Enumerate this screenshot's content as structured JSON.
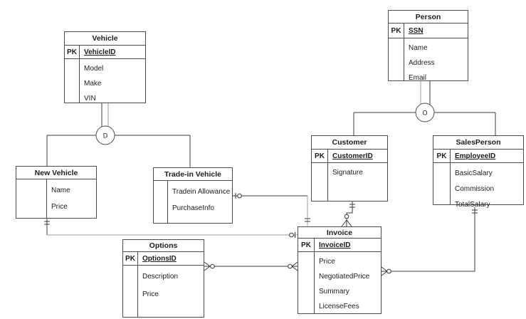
{
  "diagram_type": "entity-relationship-diagram",
  "tables": {
    "vehicle": {
      "title": "Vehicle",
      "pk_label": "PK",
      "pk": "VehicleID",
      "attrs": [
        "Model",
        "Make",
        "VIN"
      ]
    },
    "person": {
      "title": "Person",
      "pk_label": "PK",
      "pk": "SSN",
      "attrs": [
        "Name",
        "Address",
        "Email"
      ]
    },
    "customer": {
      "title": "Customer",
      "pk_label": "PK",
      "pk": "CustomerID",
      "attrs": [
        "Signature"
      ]
    },
    "salesperson": {
      "title": "SalesPerson",
      "pk_label": "PK",
      "pk": "EmployeeID",
      "attrs": [
        "BasicSalary",
        "Commission",
        "TotalSalary"
      ]
    },
    "new_vehicle": {
      "title": "New Vehicle",
      "attrs": [
        "Name",
        "Price"
      ]
    },
    "tradein": {
      "title": "Trade-in Vehicle",
      "attrs": [
        "Tradein Allowance",
        "PurchaseInfo"
      ]
    },
    "options": {
      "title": "Options",
      "pk_label": "PK",
      "pk": "OptionsID",
      "attrs": [
        "Description",
        "Price"
      ]
    },
    "invoice": {
      "title": "Invoice",
      "pk_label": "PK",
      "pk": "InvoiceID",
      "attrs": [
        "Price",
        "NegotiatedPrice",
        "Summary",
        "LicenseFees"
      ]
    }
  },
  "junctions": {
    "disjoint_label": "D",
    "overlapping_label": "O"
  },
  "colors": {
    "line": "#3a3a3a",
    "line_secondary": "#bdbdbd",
    "table_border": "#4d4d4d",
    "text": "#1c1c1c",
    "background": "#ffffff"
  }
}
